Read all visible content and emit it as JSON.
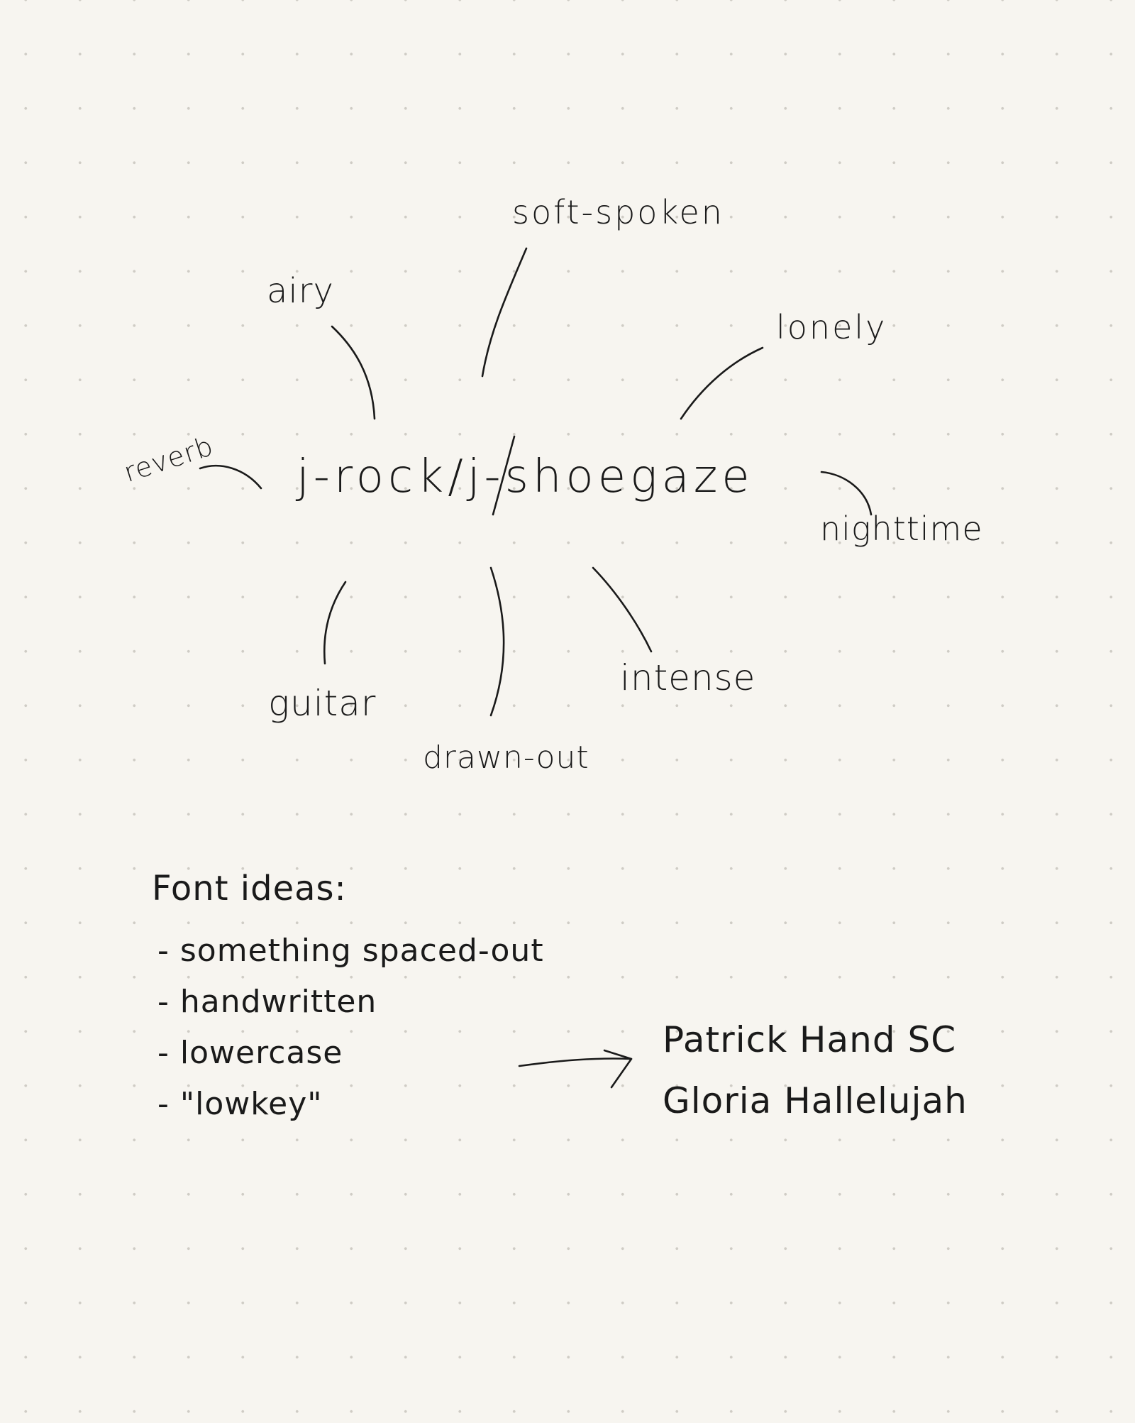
{
  "mindmap": {
    "center": "j-rock/j-shoegaze",
    "branches": [
      {
        "key": "soft_spoken",
        "label": "soft-spoken"
      },
      {
        "key": "airy",
        "label": "airy"
      },
      {
        "key": "lonely",
        "label": "lonely"
      },
      {
        "key": "reverb",
        "label": "reverb"
      },
      {
        "key": "nighttime",
        "label": "nighttime"
      },
      {
        "key": "guitar",
        "label": "guitar"
      },
      {
        "key": "drawn_out",
        "label": "drawn-out"
      },
      {
        "key": "intense",
        "label": "intense"
      }
    ]
  },
  "font_notes": {
    "heading": "Font ideas:",
    "items": [
      "- something spaced-out",
      "- handwritten",
      "- lowercase",
      "- \"lowkey\""
    ],
    "results": [
      "Patrick Hand SC",
      "Gloria Hallelujah"
    ]
  },
  "colors": {
    "paper": "#f7f5f0",
    "ink": "#1a1a1a",
    "dot_grid": "#cfccc5"
  }
}
